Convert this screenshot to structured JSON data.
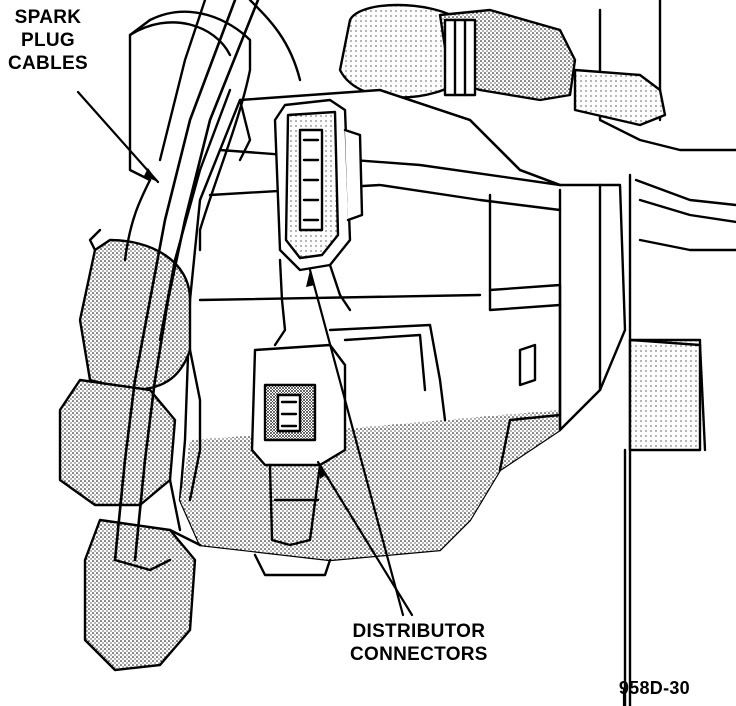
{
  "callouts": {
    "spark_plug_cables": [
      "SPARK",
      "PLUG",
      "CABLES"
    ],
    "distributor_connectors": [
      "DISTRIBUTOR",
      "CONNECTORS"
    ]
  },
  "figure_id": "958D-30",
  "colors": {
    "ink": "#000000",
    "paper": "#ffffff",
    "shade": "#9a9a9a"
  }
}
